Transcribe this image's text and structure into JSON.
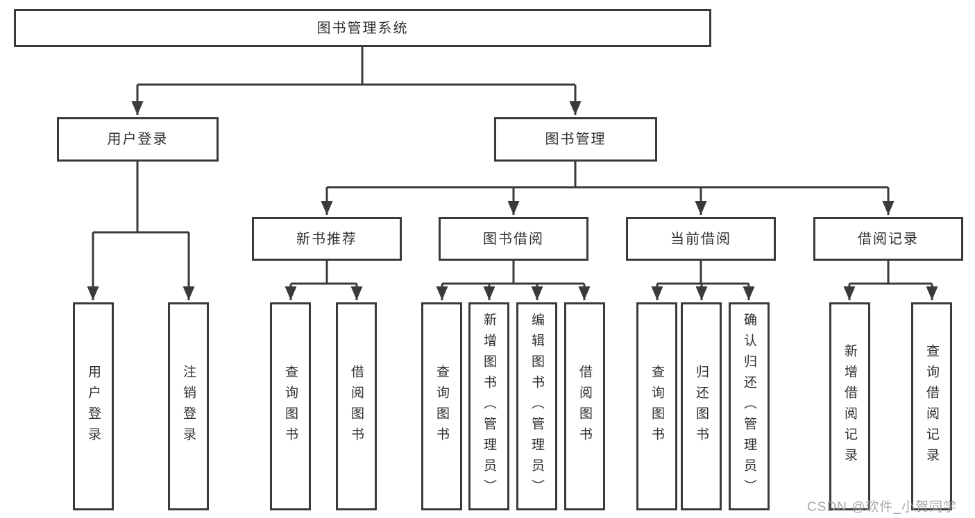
{
  "tree": {
    "root": "图书管理系统",
    "children": [
      {
        "label": "用户登录",
        "children": [
          "用户登录",
          "注销登录"
        ]
      },
      {
        "label": "图书管理",
        "children": [
          {
            "label": "新书推荐",
            "children": [
              "查询图书",
              "借阅图书"
            ]
          },
          {
            "label": "图书借阅",
            "children": [
              "查询图书",
              "新增图书（管理员）",
              "编辑图书（管理员）",
              "借阅图书"
            ]
          },
          {
            "label": "当前借阅",
            "children": [
              "查询图书",
              "归还图书",
              "确认归还（管理员）"
            ]
          },
          {
            "label": "借阅记录",
            "children": [
              "新增借阅记录",
              "查询借阅记录"
            ]
          }
        ]
      }
    ]
  },
  "watermark": "CSDN @软件_小贺同学",
  "colors": {
    "line": "#3a3a3a",
    "border": "#3a3a3a",
    "text": "#2f2f2f",
    "background": "#ffffff",
    "watermark": "#9c9c9c"
  }
}
